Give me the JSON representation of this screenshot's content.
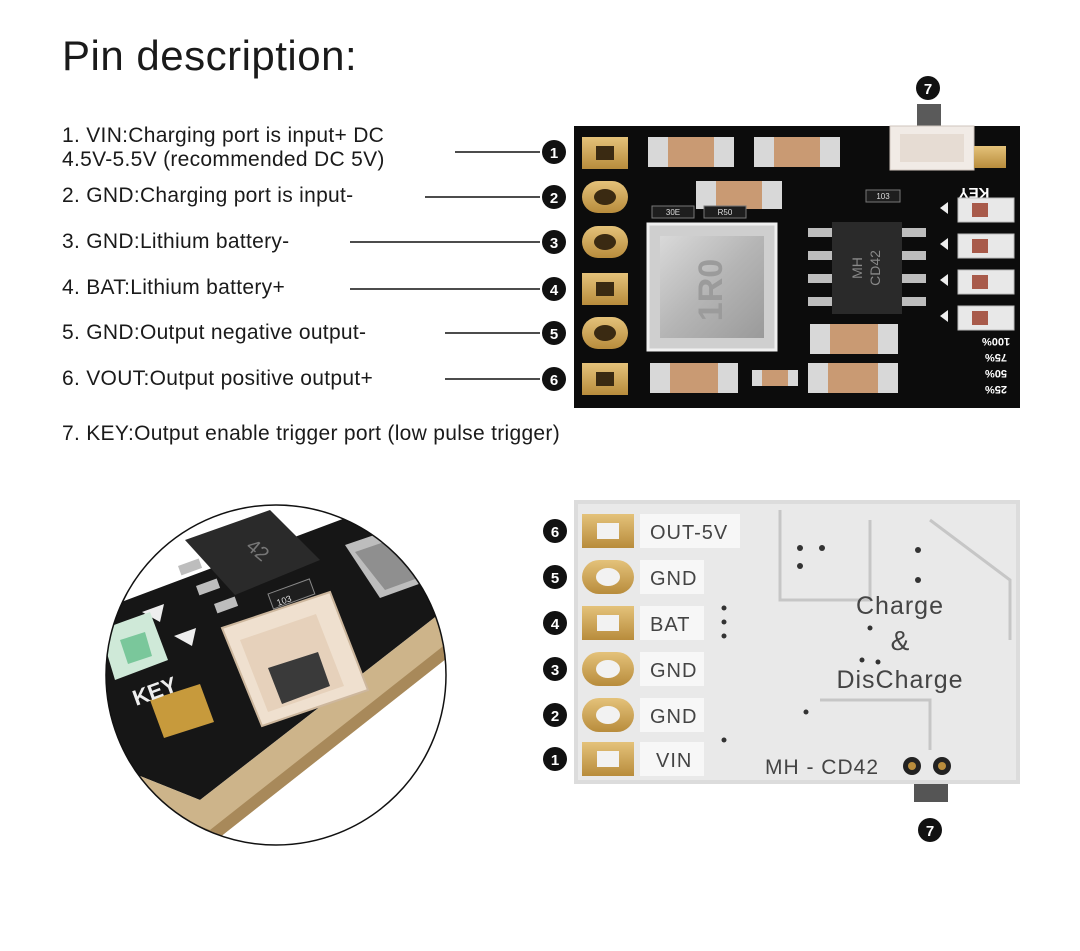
{
  "title": "Pin description:",
  "pins": [
    {
      "num": "1",
      "line1": "1. VIN:Charging port is input+ DC",
      "line2": "4.5V-5.5V (recommended DC 5V)"
    },
    {
      "num": "2",
      "line1": "2. GND:Charging port is input-"
    },
    {
      "num": "3",
      "line1": "3. GND:Lithium battery-"
    },
    {
      "num": "4",
      "line1": "4. BAT:Lithium battery+"
    },
    {
      "num": "5",
      "line1": "5. GND:Output negative output-"
    },
    {
      "num": "6",
      "line1": "6. VOUT:Output positive output+"
    },
    {
      "num": "7",
      "line1": "7. KEY:Output enable trigger port (low pulse trigger)"
    }
  ],
  "top_board": {
    "chip_line1": "MH",
    "chip_line2": "CD42",
    "key_label": "KEY",
    "inductor_label": "1R0",
    "res_label_a": "30E",
    "res_label_b": "R50",
    "res_label_c": "103",
    "level_labels": [
      "100%",
      "75%",
      "50%",
      "25%"
    ]
  },
  "bottom_board": {
    "pin_labels": [
      "OUT-5V",
      "GND",
      "BAT",
      "GND",
      "GND",
      "VIN"
    ],
    "pin_nums": [
      "6",
      "5",
      "4",
      "3",
      "2",
      "1"
    ],
    "logo_line1": "Charge",
    "logo_line2": "&",
    "logo_line3": "DisCharge",
    "model": "MH - CD42"
  },
  "closeup": {
    "chip_text": "42",
    "res_text": "103",
    "key_label": "KEY"
  }
}
